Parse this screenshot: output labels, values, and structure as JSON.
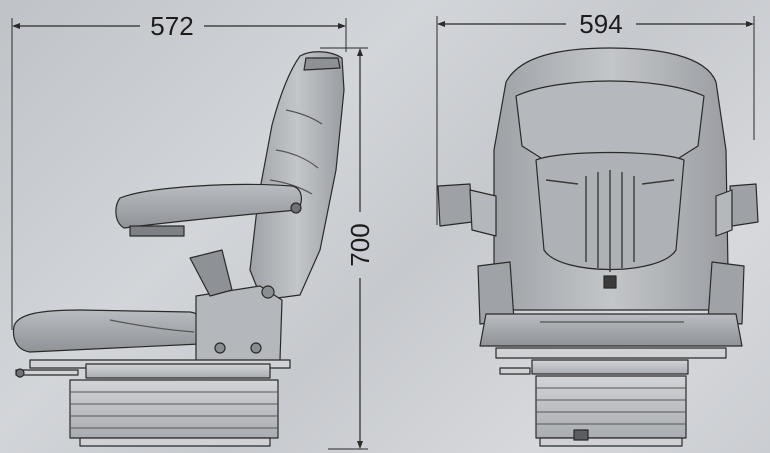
{
  "dimensions": {
    "depth": "572",
    "width": "594",
    "height": "700"
  },
  "colors": {
    "background": "#c9ccd0",
    "seat_fill": "#a7aaae",
    "seat_light": "#c4c7ca",
    "seat_dark": "#6e7176",
    "line": "#2a2a2a"
  }
}
